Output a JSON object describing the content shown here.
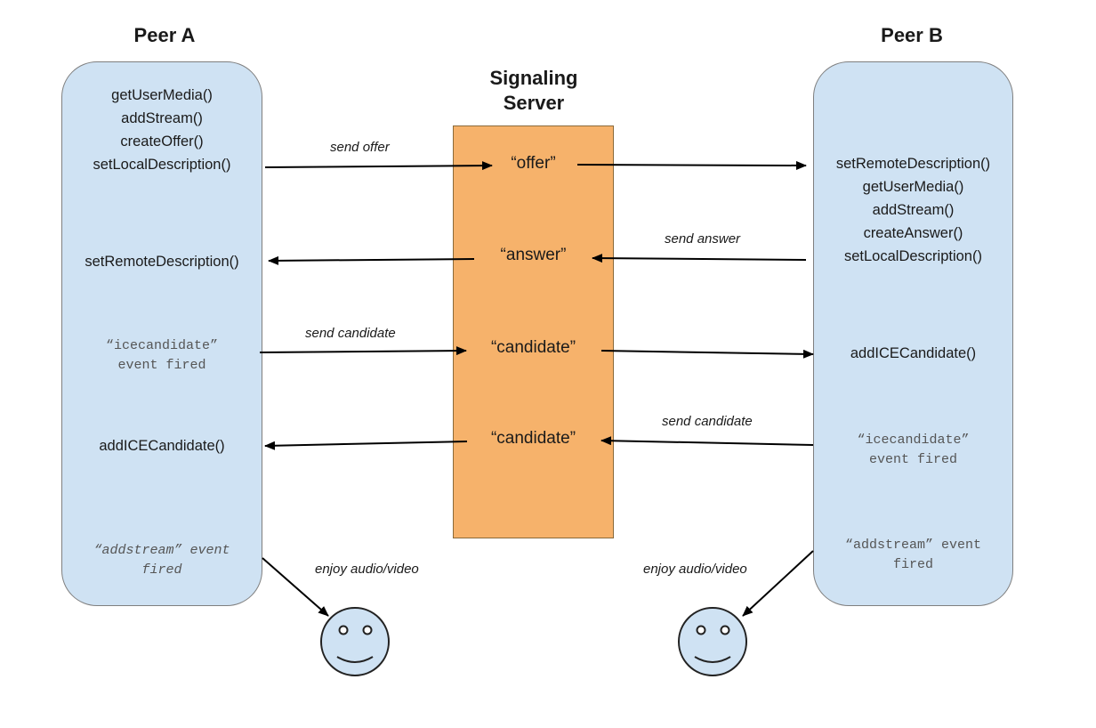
{
  "peer_a": {
    "title": "Peer A",
    "steps_1": [
      "getUserMedia()",
      "addStream()",
      "createOffer()",
      "setLocalDescription()"
    ],
    "step_answer": "setRemoteDescription()",
    "event_icecandidate": [
      "“icecandidate”",
      "event fired"
    ],
    "step_add_candidate": "addICECandidate()",
    "event_addstream": [
      "“addstream” event",
      "fired"
    ]
  },
  "peer_b": {
    "title": "Peer B",
    "steps_1": [
      "setRemoteDescription()",
      "getUserMedia()",
      "addStream()",
      "createAnswer()",
      "setLocalDescription()"
    ],
    "step_add_candidate": "addICECandidate()",
    "event_icecandidate": [
      "“icecandidate”",
      "event fired"
    ],
    "event_addstream": [
      "“addstream” event",
      "fired"
    ]
  },
  "server": {
    "title": [
      "Signaling",
      "Server"
    ],
    "messages": [
      "“offer”",
      "“answer”",
      "“candidate”",
      "“candidate”"
    ]
  },
  "arrow_labels": {
    "send_offer": "send offer",
    "send_answer": "send answer",
    "send_candidate_a": "send candidate",
    "send_candidate_b": "send candidate",
    "enjoy_a": "enjoy audio/video",
    "enjoy_b": "enjoy audio/video"
  },
  "colors": {
    "peer_fill": "#cfe2f3",
    "server_fill": "#f6b26b",
    "arrow": "#000000"
  }
}
